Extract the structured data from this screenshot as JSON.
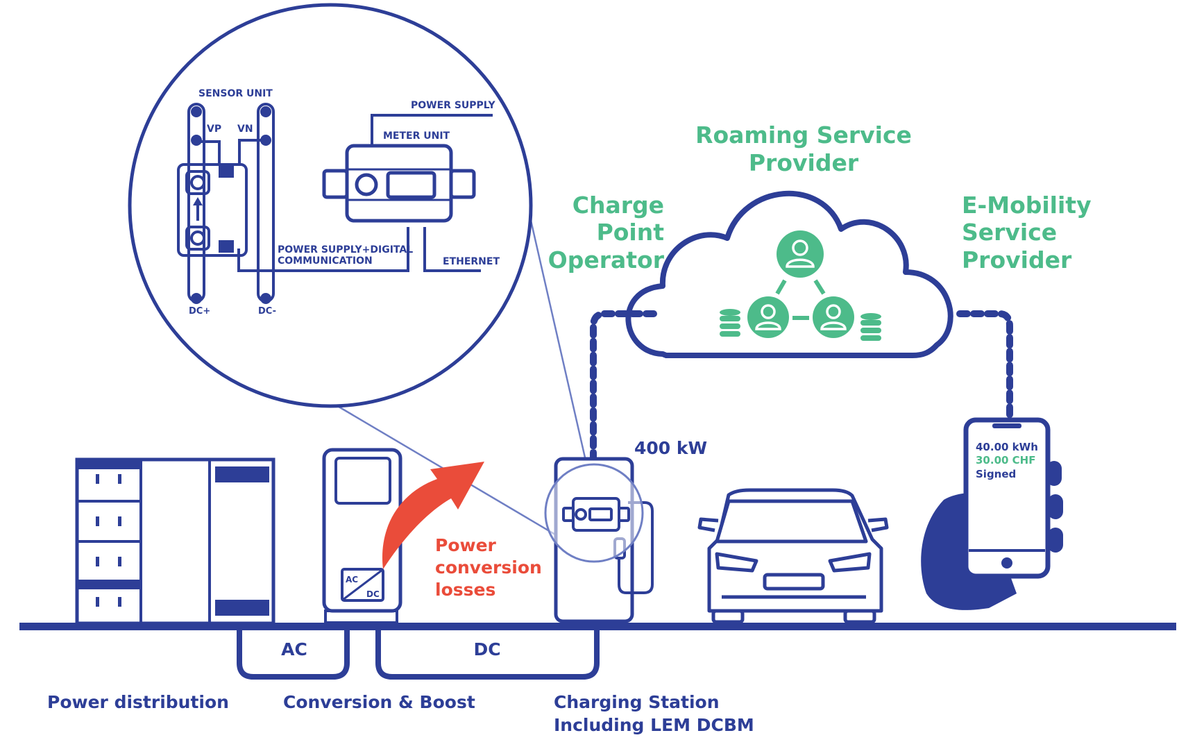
{
  "colors": {
    "primary": "#2d3e97",
    "accent_green": "#4dbb8a",
    "accent_red": "#ea4c3a",
    "background": "#ffffff"
  },
  "zoom": {
    "sensor_unit": "SENSOR UNIT",
    "vp": "VP",
    "vn": "VN",
    "power_supply": "POWER SUPPLY",
    "meter_unit": "METER UNIT",
    "power_supply_digital_1": "POWER SUPPLY+DIGITAL",
    "power_supply_digital_2": "COMMUNICATION",
    "ethernet": "ETHERNET",
    "dc_plus": "DC+",
    "dc_minus": "DC-"
  },
  "roles": {
    "roaming_1": "Roaming Service",
    "roaming_2": "Provider",
    "cpo_1": "Charge",
    "cpo_2": "Point",
    "cpo_3": "Operator",
    "emsp_1": "E-Mobility",
    "emsp_2": "Service",
    "emsp_3": "Provider"
  },
  "station": {
    "power": "400 kW"
  },
  "losses": {
    "line1": "Power",
    "line2": "conversion",
    "line3": "losses"
  },
  "phone": {
    "energy": "40.00 kWh",
    "price": "30.00 CHF",
    "status": "Signed"
  },
  "bus": {
    "ac": "AC",
    "dc": "DC"
  },
  "converter": {
    "ac": "AC",
    "dc": "DC"
  },
  "captions": {
    "power_distribution": "Power distribution",
    "conversion": "Conversion & Boost",
    "station_1": "Charging Station",
    "station_2": "Including LEM DCBM"
  },
  "icons": [
    "user-icon",
    "database-icon",
    "cloud-icon",
    "car-icon",
    "smartphone-icon",
    "hand-icon",
    "meter-icon",
    "arrow-icon"
  ]
}
